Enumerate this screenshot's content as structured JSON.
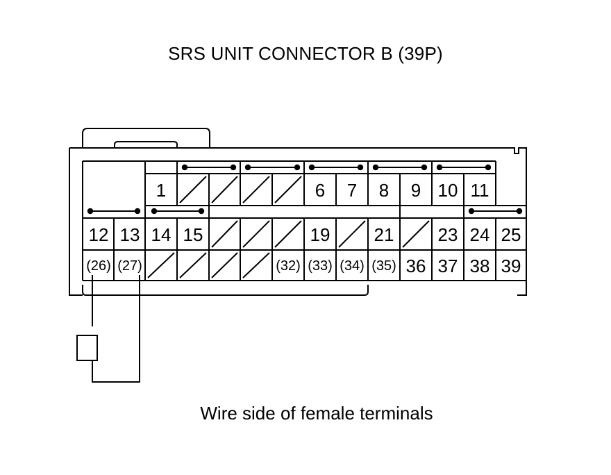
{
  "title": "SRS UNIT CONNECTOR B (39P)",
  "caption": "Wire side of female terminals",
  "connector": {
    "pins_row1": [
      "1",
      "6",
      "7",
      "8",
      "9",
      "10",
      "11"
    ],
    "pins_row2": [
      "12",
      "13",
      "14",
      "15",
      "19",
      "21",
      "23",
      "24",
      "25"
    ],
    "pins_row3": [
      "(26)",
      "(27)",
      "(32)",
      "(33)",
      "(34)",
      "(35)",
      "36",
      "37",
      "38",
      "39"
    ]
  },
  "colors": {
    "line": "#000000",
    "background": "#ffffff"
  }
}
